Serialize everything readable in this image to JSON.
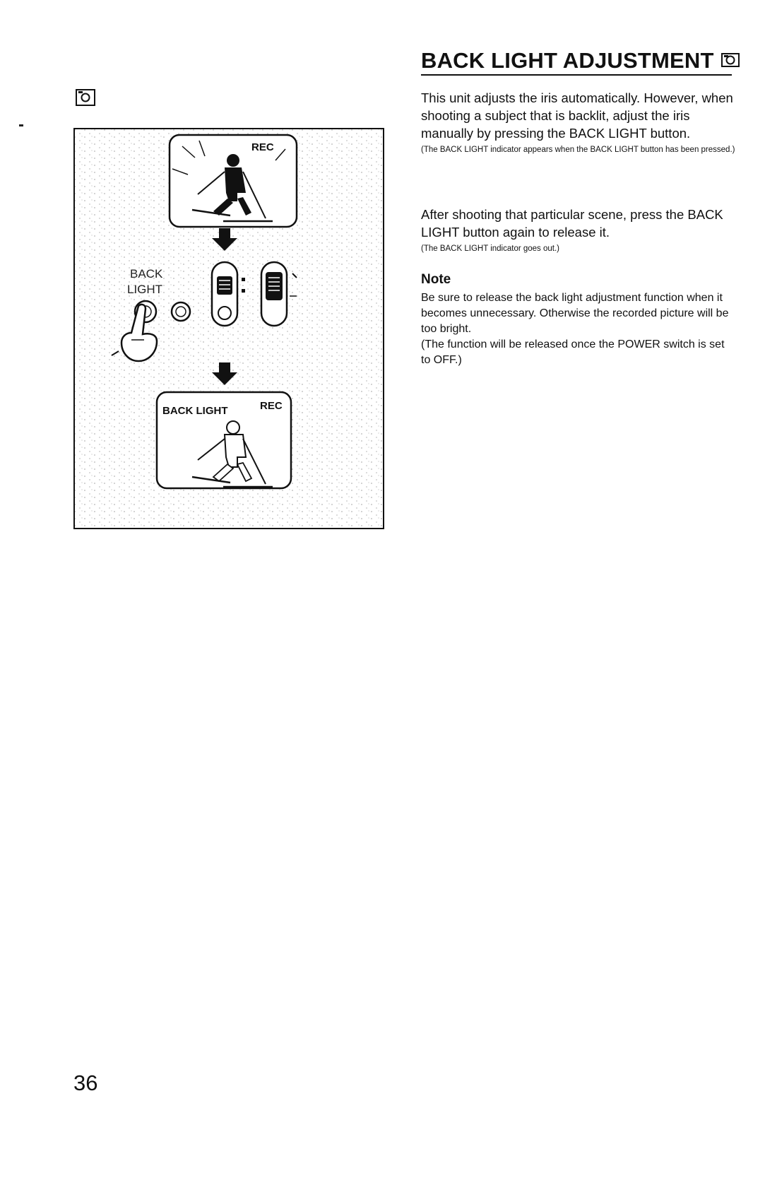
{
  "header": {
    "title": "BACK LIGHT ADJUSTMENT",
    "mode_icon": "camera-mode-icon"
  },
  "figure": {
    "top_screen": {
      "indicator": "REC"
    },
    "controls": {
      "label_line1": "BACK",
      "label_line2": "LIGHT"
    },
    "bottom_screen": {
      "indicator": "BACK LIGHT",
      "rec": "REC"
    }
  },
  "main": {
    "paragraph1": "This unit adjusts the iris automatically. However, when shooting a subject that is backlit, adjust the iris manually by pressing the BACK LIGHT button.",
    "paragraph1_note": "(The BACK LIGHT indicator appears when the BACK LIGHT button has been pressed.)",
    "paragraph2": "After shooting that particular scene, press the BACK LIGHT button again to release it.",
    "paragraph2_note": "(The BACK LIGHT indicator goes out.)"
  },
  "note": {
    "heading": "Note",
    "text1": "Be sure to release the back light adjustment function when it becomes unnecessary. Otherwise the recorded picture will be too bright.",
    "text2": "(The function will be released once the POWER switch is set to OFF.)"
  },
  "footer": {
    "page_number": "36"
  },
  "colors": {
    "ink": "#111111",
    "paper": "#ffffff",
    "stipple": "#bbbbbb"
  }
}
